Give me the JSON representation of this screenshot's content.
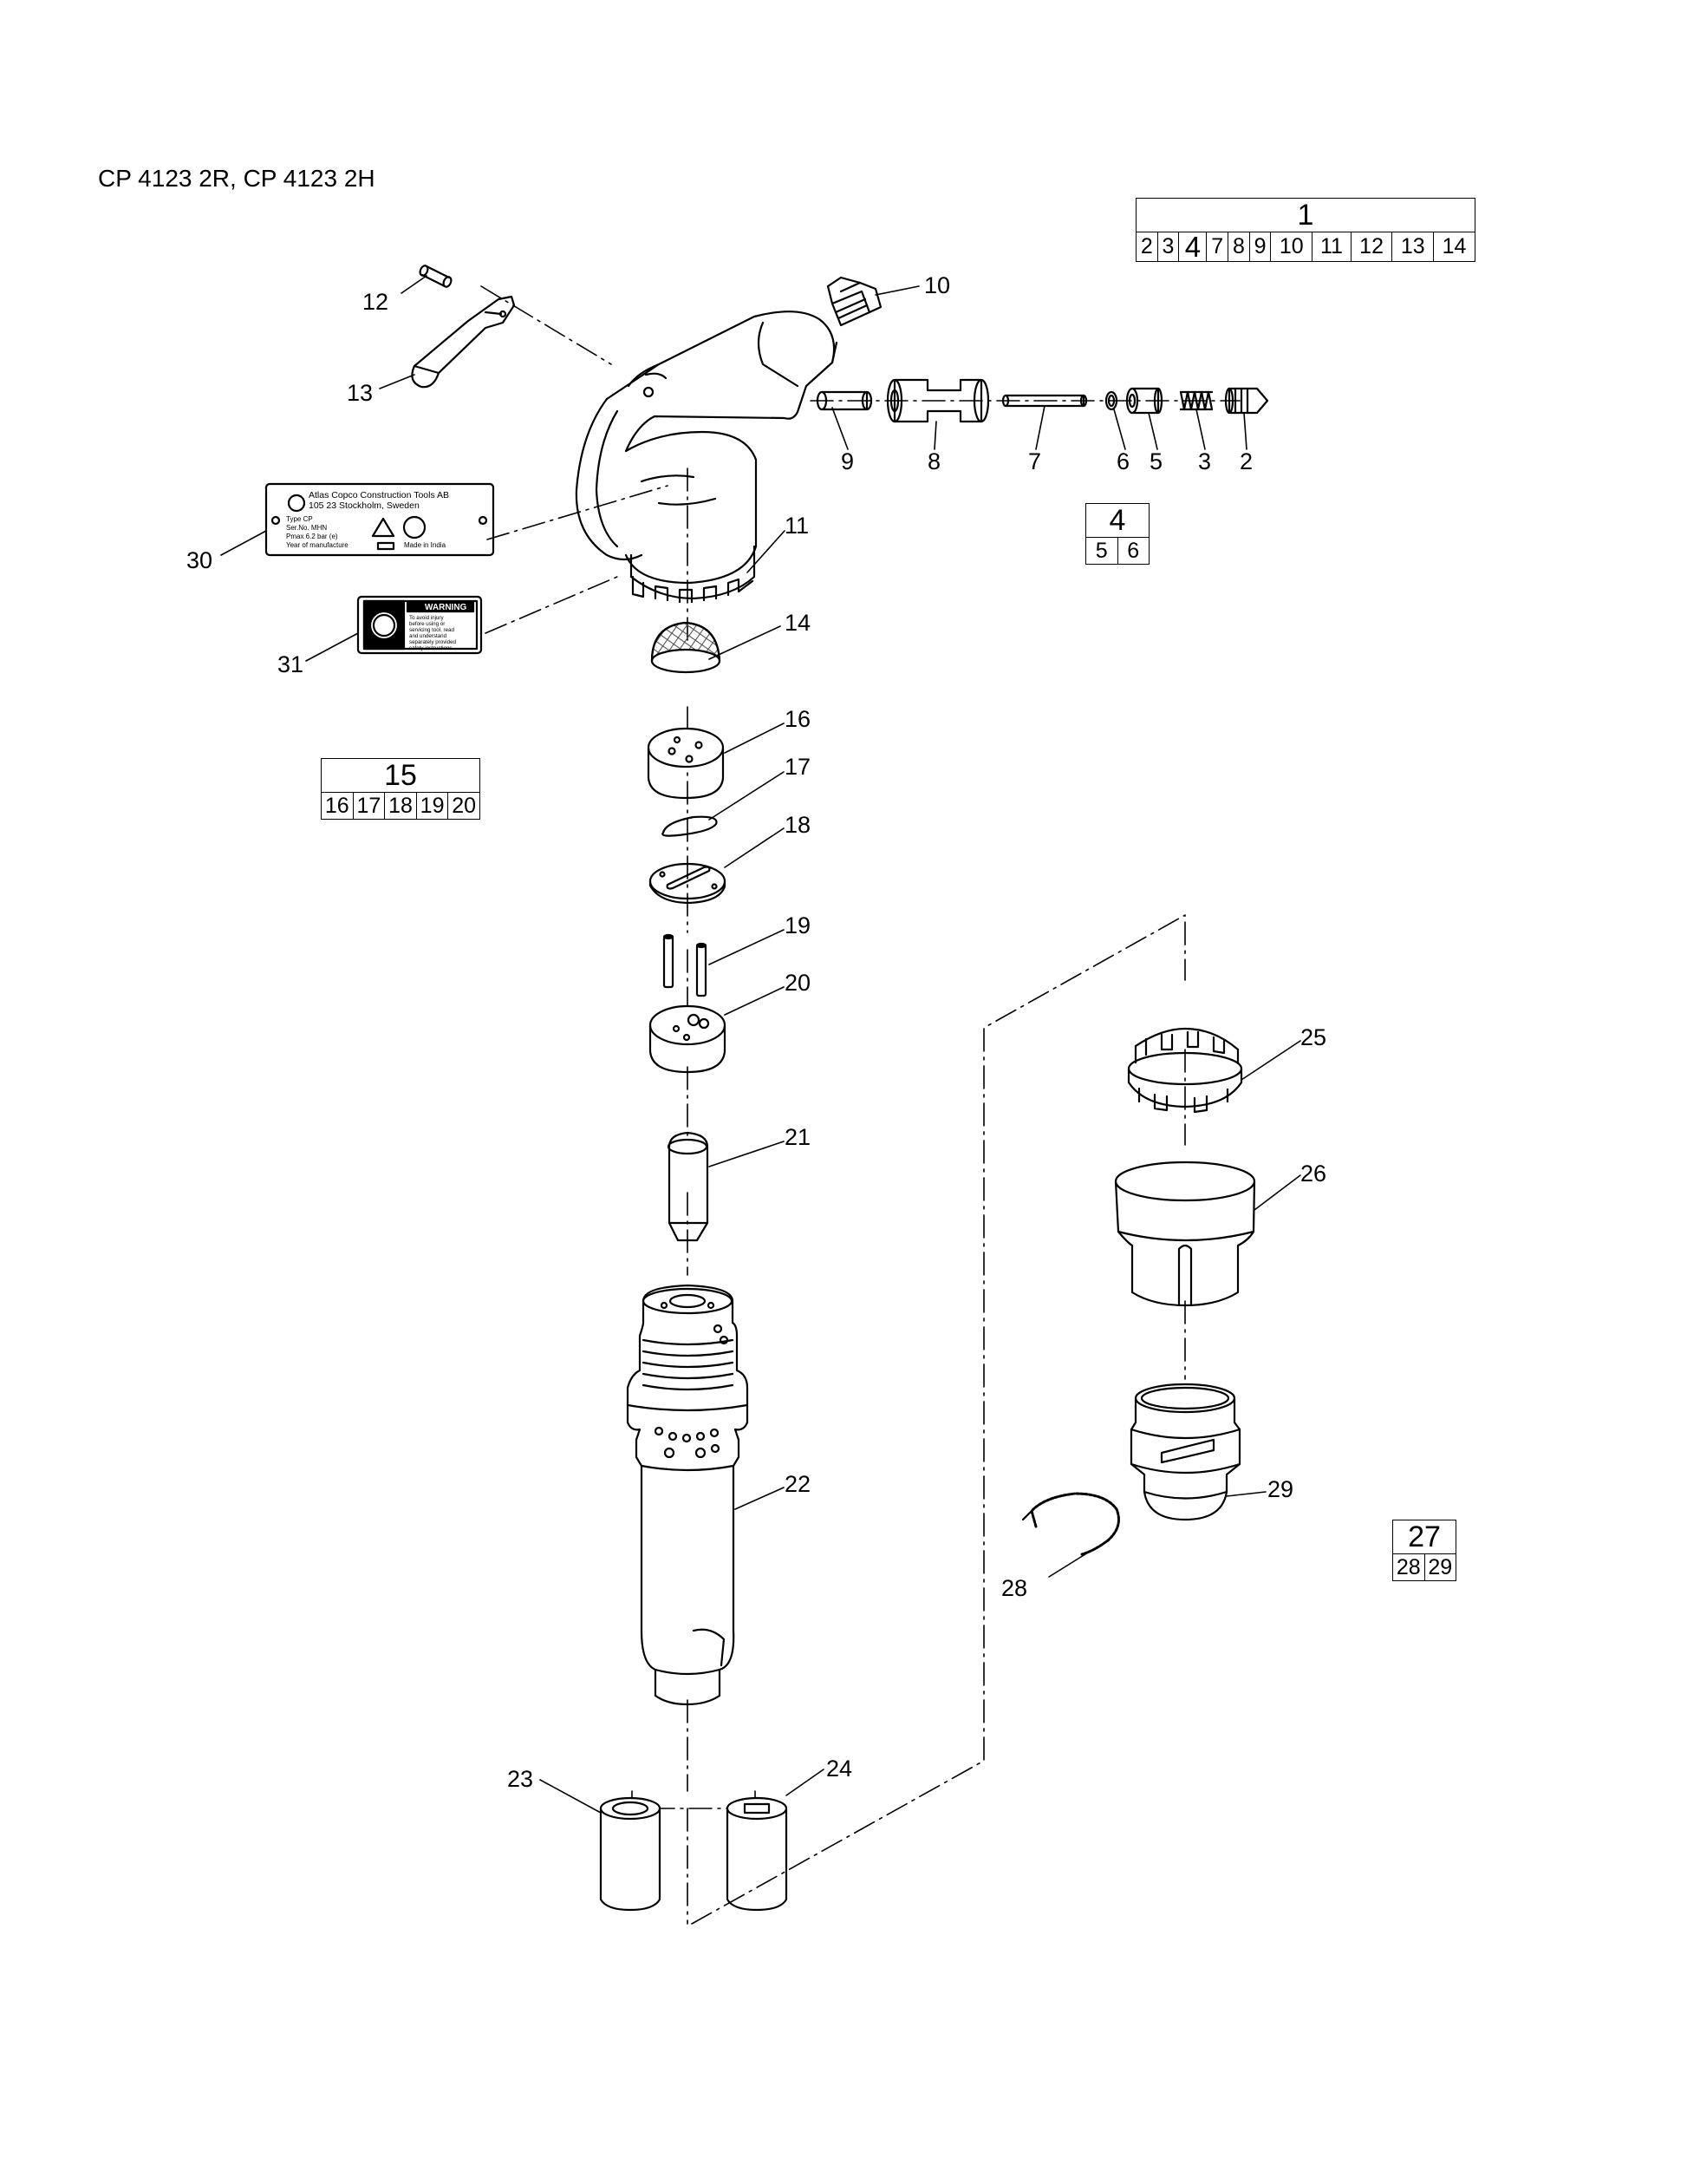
{
  "title": "CP 4123 2R, CP 4123 2H",
  "kits": [
    {
      "kit": "1",
      "parts": [
        "2",
        "3",
        "4",
        "7",
        "8",
        "9",
        "10",
        "11",
        "12",
        "13",
        "14"
      ]
    },
    {
      "kit": "4",
      "parts": [
        "5",
        "6"
      ]
    },
    {
      "kit": "15",
      "parts": [
        "16",
        "17",
        "18",
        "19",
        "20"
      ]
    },
    {
      "kit": "27",
      "parts": [
        "28",
        "29"
      ]
    }
  ],
  "callouts": [
    "2",
    "3",
    "5",
    "6",
    "7",
    "8",
    "9",
    "10",
    "11",
    "12",
    "13",
    "14",
    "16",
    "17",
    "18",
    "19",
    "20",
    "21",
    "22",
    "23",
    "24",
    "25",
    "26",
    "28",
    "29",
    "30",
    "31"
  ],
  "nameplate": {
    "line1": "Atlas Copco Construction Tools AB",
    "line2": "105 23 Stockholm, Sweden",
    "line3": "Type  CP",
    "line4": "Ser.No.  MHN",
    "line5": "Pmax  6.2 bar (e)",
    "line6": "Year of manufacture",
    "line7": "Made in India"
  },
  "warning_label": {
    "heading": "WARNING",
    "lines": [
      "To avoid injury",
      "before using or",
      "servicing tool, read",
      "and understand",
      "separately provided",
      "safety instructions."
    ]
  },
  "colors": {
    "ink": "#000000",
    "paper": "#ffffff",
    "mesh": "#555555"
  }
}
